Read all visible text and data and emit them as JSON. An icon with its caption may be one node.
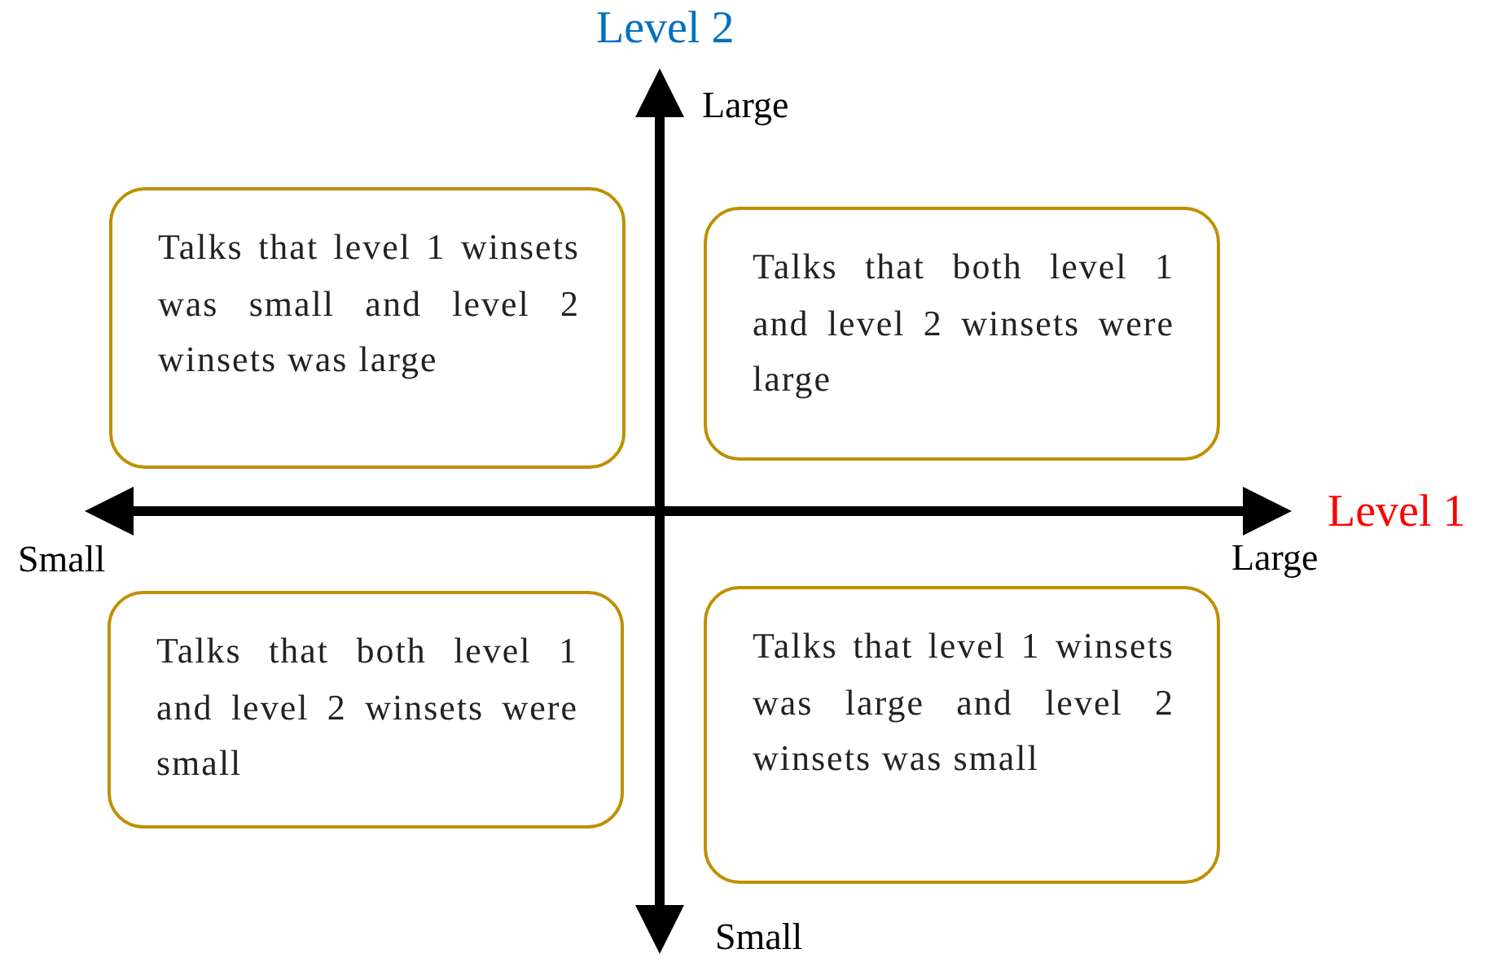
{
  "diagram": {
    "nodes": [
      {
        "text": [
          "Talks that level 1 winsets was small and level 2 winsets was large"
        ]
      },
      {
        "text": [
          "Talks that both level 1 and level 2 winsets were large"
        ]
      },
      {
        "text": [
          "Talks that both level 1 and level 2 winsets were small"
        ]
      },
      {
        "text": [
          "Talks that level 1 winsets was large and level 2 winsets was small"
        ]
      }
    ],
    "labels": [
      "Level 2",
      "Large",
      "Level 1",
      "Small",
      "Large",
      "Small"
    ]
  }
}
